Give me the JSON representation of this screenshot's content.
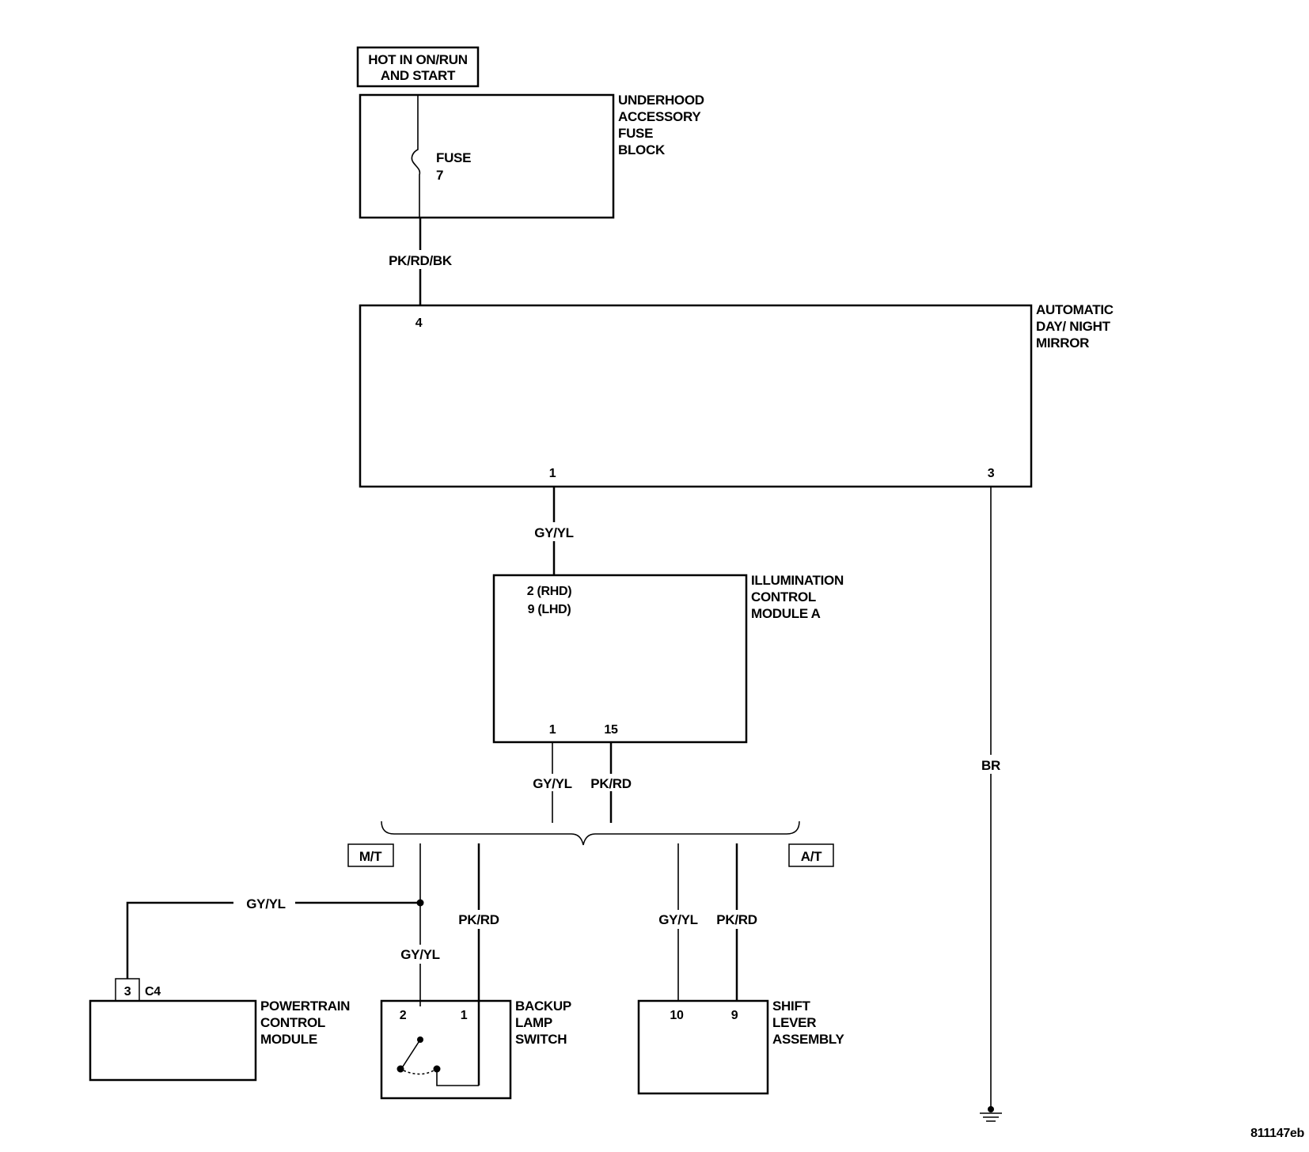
{
  "power_label": [
    "HOT IN ON/RUN",
    "AND START"
  ],
  "fuse_block": {
    "name": [
      "UNDERHOOD",
      "ACCESSORY",
      "FUSE",
      "BLOCK"
    ],
    "fuse_label": "FUSE",
    "fuse_number": "7"
  },
  "mirror": {
    "name": [
      "AUTOMATIC",
      "DAY/ NIGHT",
      "MIRROR"
    ],
    "pin_power": "4",
    "pin_signal": "1",
    "pin_ground": "3"
  },
  "illumination_module": {
    "name": [
      "ILLUMINATION",
      "CONTROL",
      "MODULE A"
    ],
    "pin_in_rhd": "2 (RHD)",
    "pin_in_lhd": "9 (LHD)",
    "pin_out_1": "1",
    "pin_out_2": "15"
  },
  "wires": {
    "fuse_to_mirror": "PK/RD/BK",
    "mirror_to_module": "GY/YL",
    "module_out_1": "GY/YL",
    "module_out_2": "PK/RD",
    "ground": "BR",
    "mt_pcm": "GY/YL",
    "mt_switch_2": "GY/YL",
    "mt_switch_1": "PK/RD",
    "at_10": "GY/YL",
    "at_9": "PK/RD"
  },
  "options": {
    "manual": "M/T",
    "automatic": "A/T"
  },
  "pcm": {
    "name": [
      "POWERTRAIN",
      "CONTROL",
      "MODULE"
    ],
    "pin": "3",
    "connector": "C4"
  },
  "backup_switch": {
    "name": [
      "BACKUP",
      "LAMP",
      "SWITCH"
    ],
    "pin_2": "2",
    "pin_1": "1"
  },
  "shift_lever": {
    "name": [
      "SHIFT",
      "LEVER",
      "ASSEMBLY"
    ],
    "pin_10": "10",
    "pin_9": "9"
  },
  "figure_id": "811147eb"
}
